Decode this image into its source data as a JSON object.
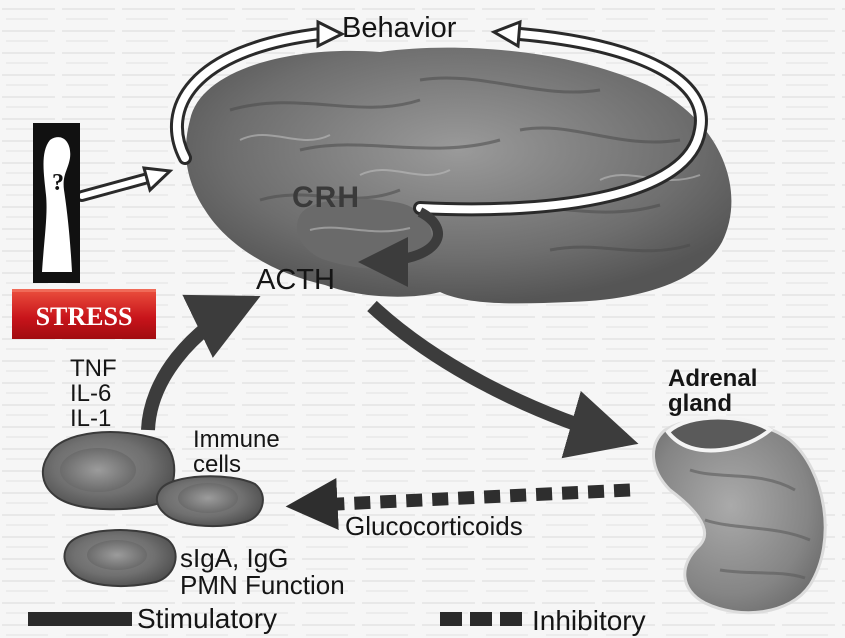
{
  "diagram": {
    "labels": {
      "behavior": "Behavior",
      "crh": "CRH",
      "acth": "ACTH",
      "stress": "STRESS",
      "cytokines": [
        "TNF",
        "IL-6",
        "IL-1"
      ],
      "immune_cells": [
        "Immune",
        "cells"
      ],
      "adrenal_gland": [
        "Adrenal",
        "gland"
      ],
      "glucocorticoids": "Glucocorticoids",
      "immune_functions": [
        "sIgA, IgG",
        "PMN Function"
      ]
    },
    "stress_icon_glyph": "?",
    "legend": {
      "stimulatory": "Stimulatory",
      "inhibitory": "Inhibitory"
    },
    "colors": {
      "stimulatory_arrow": "#3c3c3c",
      "inhibitory_arrow": "#2e2e2e",
      "stress_box": "#c8141b",
      "stress_text": "#ffffff"
    }
  }
}
